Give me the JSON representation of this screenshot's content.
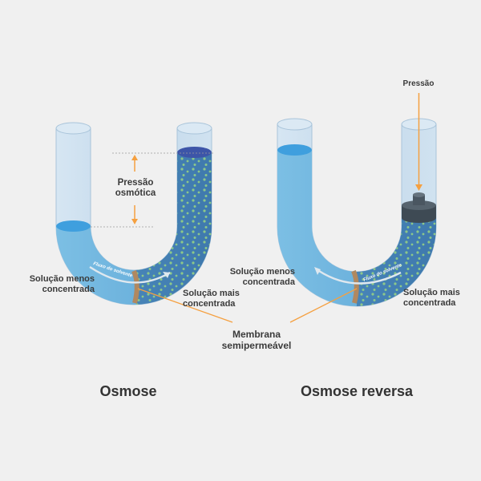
{
  "left": {
    "title": "Osmose",
    "label_left": [
      "Solução menos",
      "concentrada"
    ],
    "label_right": [
      "Solução mais",
      "concentrada"
    ],
    "pressure_label": [
      "Pressão",
      "osmótica"
    ],
    "flow_label": "Fluxo do solvente"
  },
  "right": {
    "title": "Osmose reversa",
    "label_left": [
      "Solução menos",
      "concentrada"
    ],
    "label_right": [
      "Solução mais",
      "concentrada"
    ],
    "pressure_label": "Pressão",
    "flow_label": "Fluxo do solvente"
  },
  "membrane_label": [
    "Membrana",
    "semipermeável"
  ],
  "colors": {
    "background": "#f0f0f0",
    "glass": "#c8dcec",
    "water_light": "#6fb4dc",
    "water_dark": "#4a88bc",
    "particle": "#8cc88a",
    "arrow": "#f5a040",
    "membrane": "#b08860",
    "text": "#3a3a3a"
  },
  "icons": [
    "piston-icon",
    "flow-arrow-icon",
    "pressure-arrow-icon"
  ]
}
